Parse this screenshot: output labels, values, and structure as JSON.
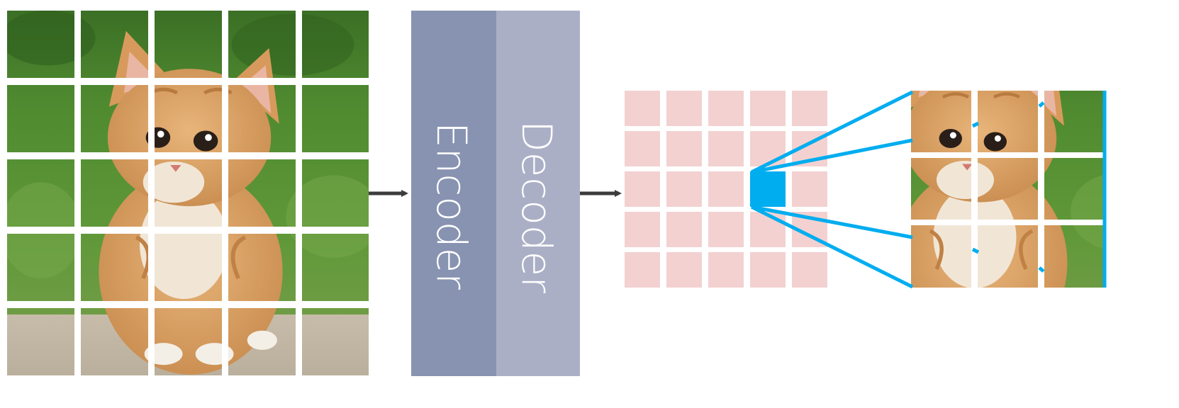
{
  "blocks": {
    "encoder_label": "Encoder",
    "decoder_label": "Decoder"
  },
  "input_image": {
    "content": "kitten-photo",
    "grid_rows": 5,
    "grid_cols": 5
  },
  "token_grid": {
    "rows": 5,
    "cols": 5,
    "highlight_row": 2,
    "highlight_col": 3
  },
  "zoom_patch": {
    "content": "kitten-photo-crop",
    "grid_rows": 3,
    "grid_cols": 3
  },
  "colors": {
    "encoder": "#8893b2",
    "decoder": "#abafc6",
    "token": "#f3d1d1",
    "highlight": "#00adef",
    "arrow": "#3c3c3c",
    "grass_dark": "#3f7a2a",
    "grass_light": "#6fa04a",
    "kitten_fur": "#d9a66a",
    "kitten_white": "#f1e6d6",
    "rock": "#c8c0b0"
  }
}
